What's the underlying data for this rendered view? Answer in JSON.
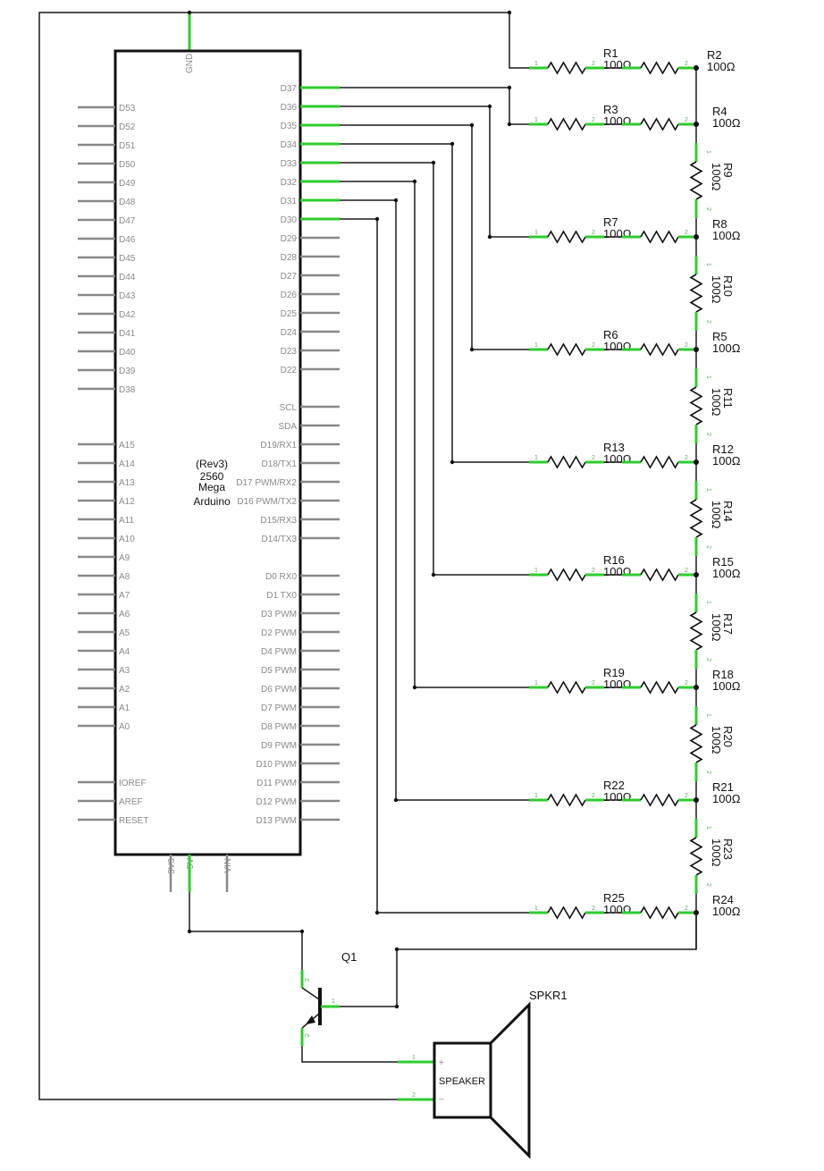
{
  "board": {
    "name": [
      "(Rev3)",
      "2560",
      "Mega",
      "Arduino"
    ],
    "top_pin": "GND",
    "left_pins": [
      "D53",
      "D52",
      "D51",
      "D50",
      "D49",
      "D48",
      "D47",
      "D46",
      "D45",
      "D44",
      "D43",
      "D42",
      "D41",
      "D40",
      "D39",
      "D38",
      "A15",
      "A14",
      "A13",
      "A12",
      "A11",
      "A10",
      "A9",
      "A8",
      "A7",
      "A6",
      "A5",
      "A4",
      "A3",
      "A2",
      "A1",
      "A0",
      "IOREF",
      "AREF",
      "RESET"
    ],
    "right_pins": [
      "D37",
      "D36",
      "D35",
      "D34",
      "D33",
      "D32",
      "D31",
      "D30",
      "D29",
      "D28",
      "D27",
      "D26",
      "D25",
      "D24",
      "D23",
      "D22",
      "SCL",
      "SDA",
      "D19/RX1",
      "D18/TX1",
      "D17 PWM/RX2",
      "D16 PWM/TX2",
      "D15/RX3",
      "D14/TX3",
      "D0 RX0",
      "D1 TX0",
      "D3 PWM",
      "D2 PWM",
      "D4 PWM",
      "D5 PWM",
      "D6 PWM",
      "D7 PWM",
      "D8 PWM",
      "D9 PWM",
      "D10 PWM",
      "D11 PWM",
      "D12 PWM",
      "D13 PWM"
    ],
    "bottom_pins": [
      "3V3",
      "5V",
      "VIN"
    ]
  },
  "resistors": {
    "horizontal": [
      {
        "a": "R1",
        "b": "R2"
      },
      {
        "a": "R3",
        "b": "R4"
      },
      {
        "a": "R7",
        "b": "R8"
      },
      {
        "a": "R6",
        "b": "R5"
      },
      {
        "a": "R13",
        "b": "R12"
      },
      {
        "a": "R16",
        "b": "R15"
      },
      {
        "a": "R19",
        "b": "R18"
      },
      {
        "a": "R22",
        "b": "R21"
      },
      {
        "a": "R25",
        "b": "R24"
      }
    ],
    "vertical": [
      "R9",
      "R10",
      "R11",
      "R14",
      "R17",
      "R20",
      "R23"
    ],
    "value": "100Ω",
    "pin_one": "1",
    "pin_two": "2"
  },
  "transistor": {
    "name": "Q1"
  },
  "speaker": {
    "name": "SPKR1",
    "label": "SPEAKER",
    "plus": "+",
    "minus": "−"
  }
}
